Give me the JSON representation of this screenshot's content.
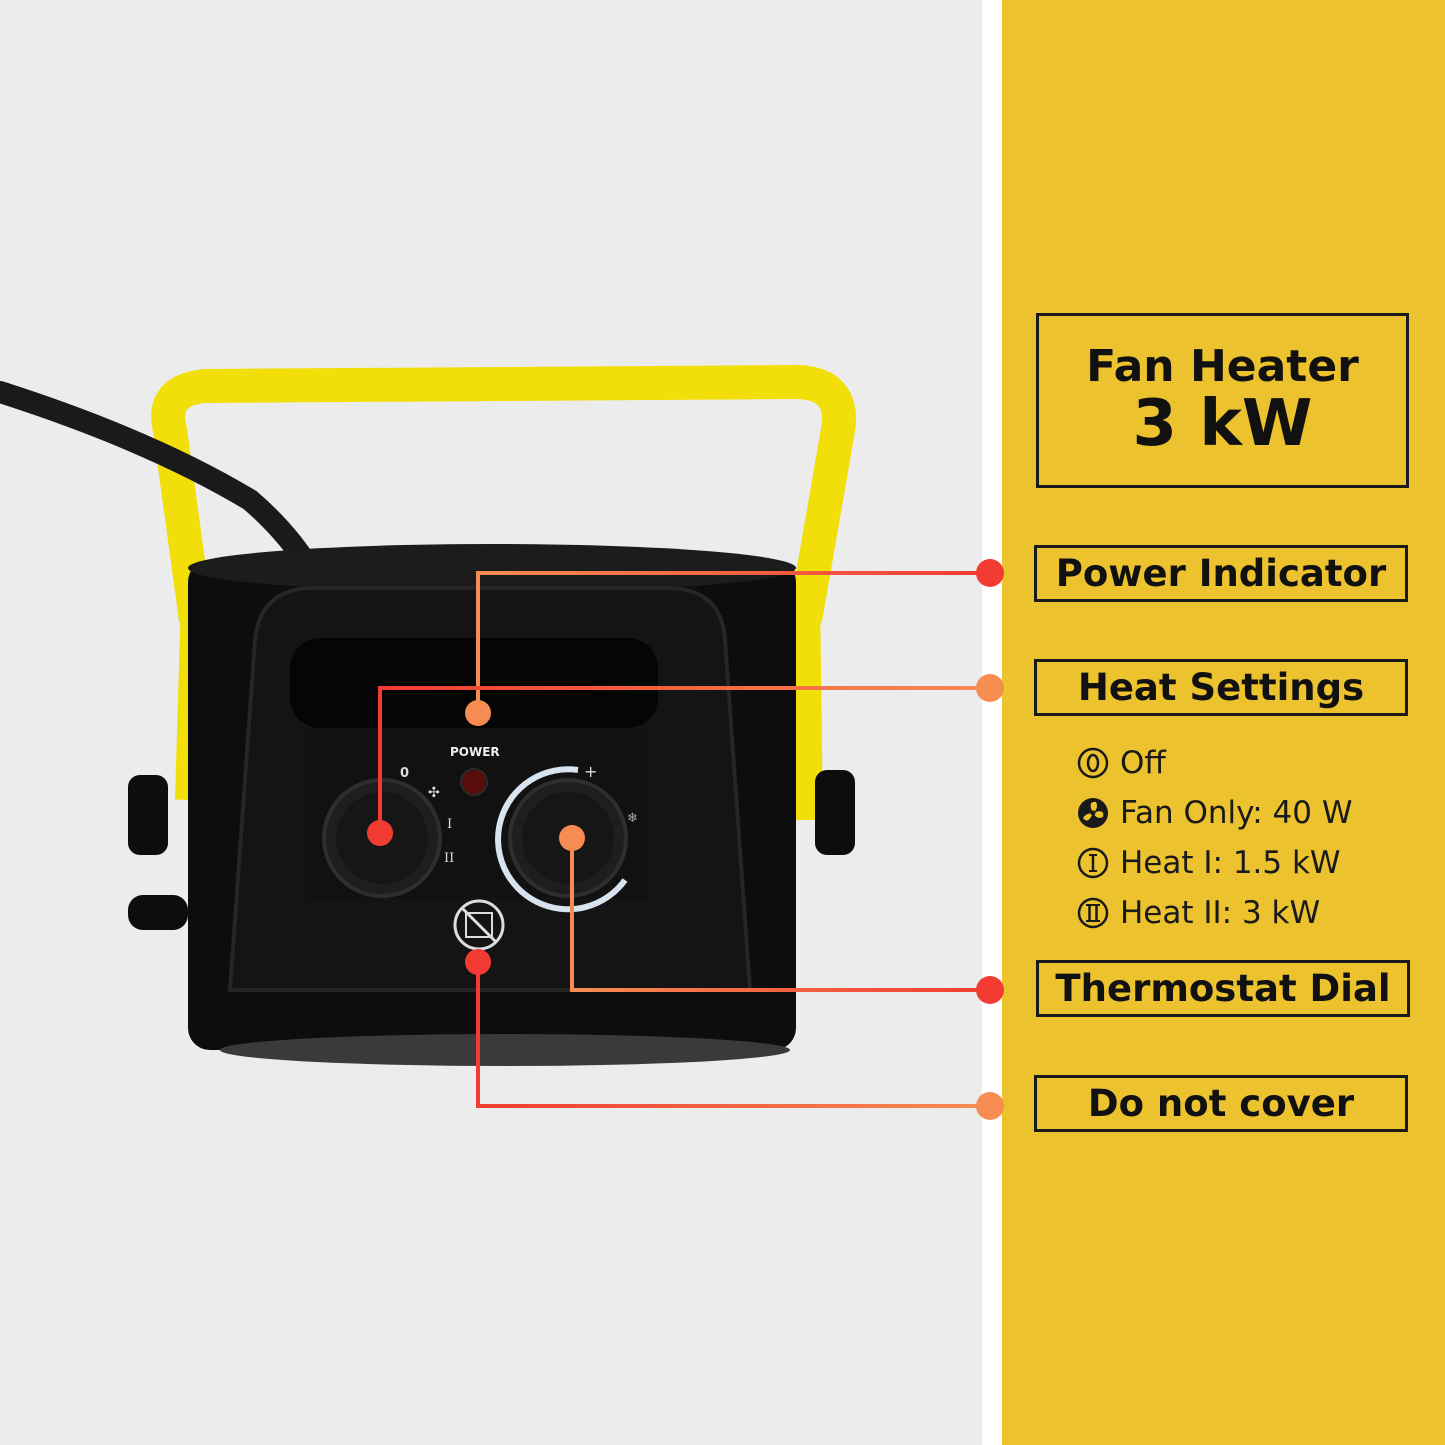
{
  "colors": {
    "panel_yellow": "#ecc22e",
    "background_grey": "#ebeceb",
    "handle_yellow": "#f2de08",
    "callout_red": "#f23b32",
    "callout_orange": "#f78c52"
  },
  "product": {
    "label_power": "POWER",
    "label_zero": "0",
    "label_one": "I",
    "label_two": "II",
    "label_plus": "+"
  },
  "title": {
    "line1": "Fan Heater",
    "line2": "3 kW"
  },
  "callouts": {
    "power_indicator": "Power Indicator",
    "heat_settings": "Heat Settings",
    "thermostat_dial": "Thermostat Dial",
    "do_not_cover": "Do not cover"
  },
  "settings": [
    {
      "icon": "off-zero-icon",
      "label": "Off"
    },
    {
      "icon": "fan-icon",
      "label": "Fan Only: 40 W"
    },
    {
      "icon": "heat-one-icon",
      "label": "Heat I: 1.5 kW"
    },
    {
      "icon": "heat-two-icon",
      "label": "Heat II: 3 kW"
    }
  ]
}
